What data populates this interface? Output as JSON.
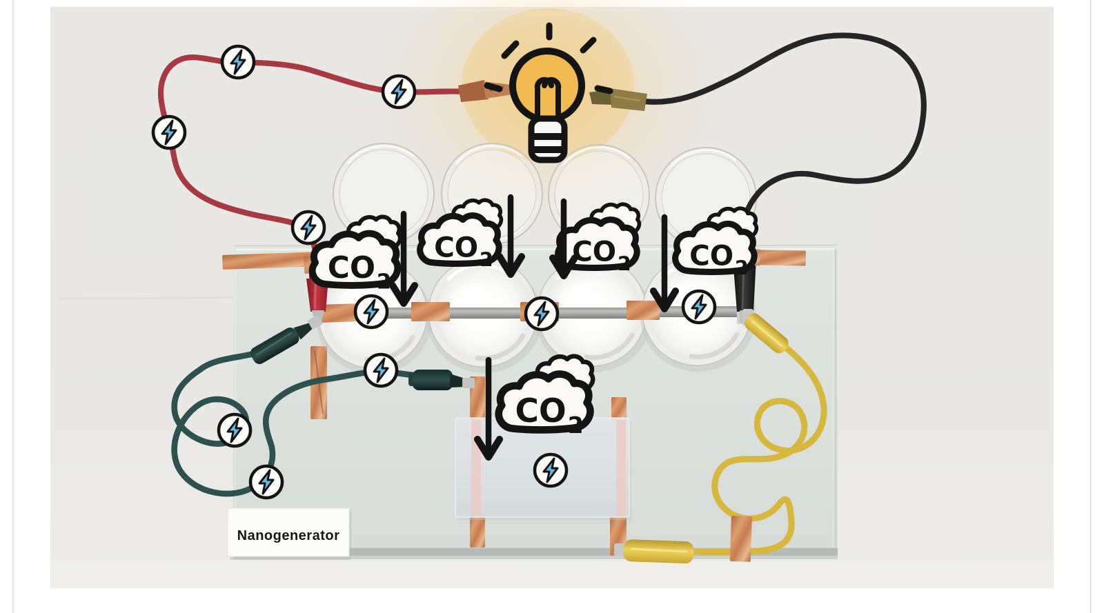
{
  "photo": {
    "label_card": {
      "text": "Nanogenerator"
    }
  },
  "overlays": {
    "co2_label": {
      "main": "CO",
      "sub": "2"
    },
    "icons": {
      "lightning": "lightning-bolt-icon",
      "cloud": "co2-cloud-icon",
      "bulb": "light-bulb-icon",
      "arrow": "down-arrow-icon"
    },
    "counts": {
      "lightning_icons": 11,
      "co2_clouds": 5,
      "down_arrows": 5
    }
  },
  "equipment": {
    "petri_dish_lids": 4,
    "gel_petri_dishes": 4,
    "membrane_films": 1,
    "wires": [
      "red",
      "black",
      "teal",
      "yellow"
    ]
  },
  "colors": {
    "wire_red": "#a63b44",
    "wire_black": "#262626",
    "wire_teal": "#2e514d",
    "wire_yellow": "#d7b83e",
    "bulb_yellow": "#f2bb51",
    "bolt_blue": "#6cb7e0",
    "outline_ink": "#141414",
    "copper": "#c07a52",
    "glass_tint": "#dce2dd",
    "photo_bg": "#e9e8e5",
    "cloud_fill": "#faf9f6"
  }
}
